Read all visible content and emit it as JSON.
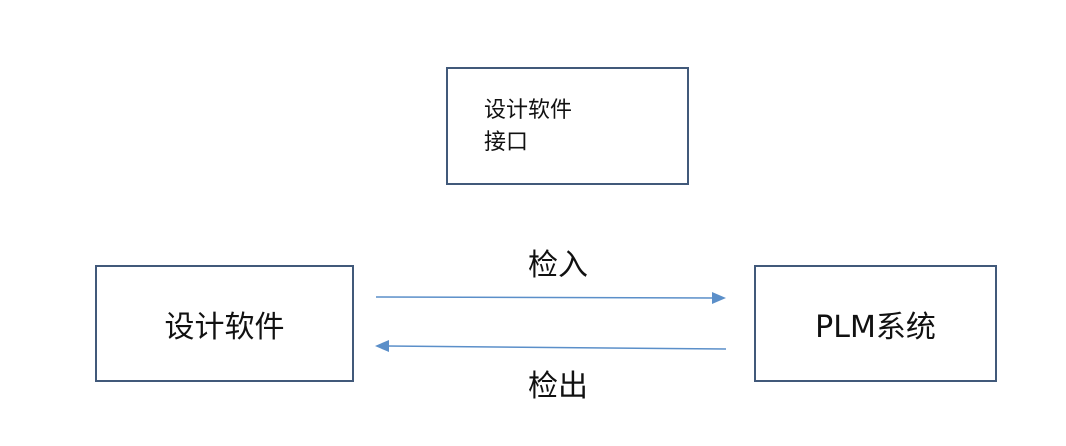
{
  "interface_box": {
    "line1": "设计软件",
    "line2": "接口"
  },
  "design_box": {
    "label": "设计软件"
  },
  "plm_box": {
    "label": "PLM系统"
  },
  "arrows": {
    "checkin_label": "检入",
    "checkout_label": "检出",
    "color": "#5b8fc9"
  },
  "colors": {
    "box_border": "#41597a"
  }
}
